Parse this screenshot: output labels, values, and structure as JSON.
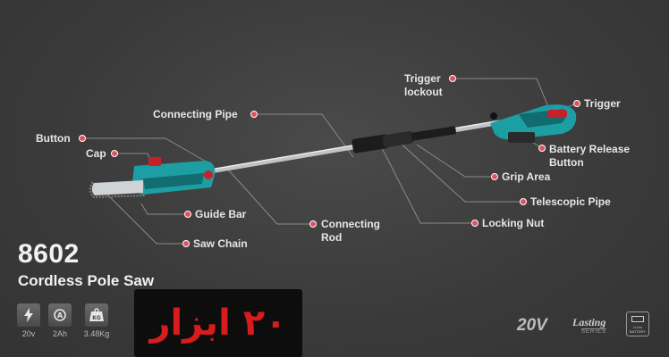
{
  "labels": {
    "trigger_lockout": "Trigger\nlockout",
    "trigger": "Trigger",
    "battery_release": "Battery Release\nButton",
    "connecting_pipe": "Connecting Pipe",
    "button": "Button",
    "cap": "Cap",
    "grip_area": "Grip Area",
    "telescopic_pipe": "Telescopic Pipe",
    "guide_bar": "Guide Bar",
    "connecting_rod": "Connecting\nRod",
    "locking_nut": "Locking Nut",
    "saw_chain": "Saw Chain"
  },
  "product": {
    "model": "8602",
    "name": "Cordless Pole Saw"
  },
  "specs": [
    {
      "icon": "lightning-icon",
      "value": "20v"
    },
    {
      "icon": "ampere-hour-icon",
      "value": "2Ah"
    },
    {
      "icon": "weight-icon",
      "value": "3.48Kg"
    }
  ],
  "watermark": "۲۰ ابزار",
  "brand": {
    "voltage": "20V",
    "lasting": "Lasting",
    "series": "SERIES",
    "battery_badge": "Li-ion\nBATTERY"
  },
  "colors": {
    "accent_teal": "#1fa3a8",
    "dot_red": "#e05060",
    "watermark_red": "#d61c1c",
    "background": "#3b3b3b"
  }
}
